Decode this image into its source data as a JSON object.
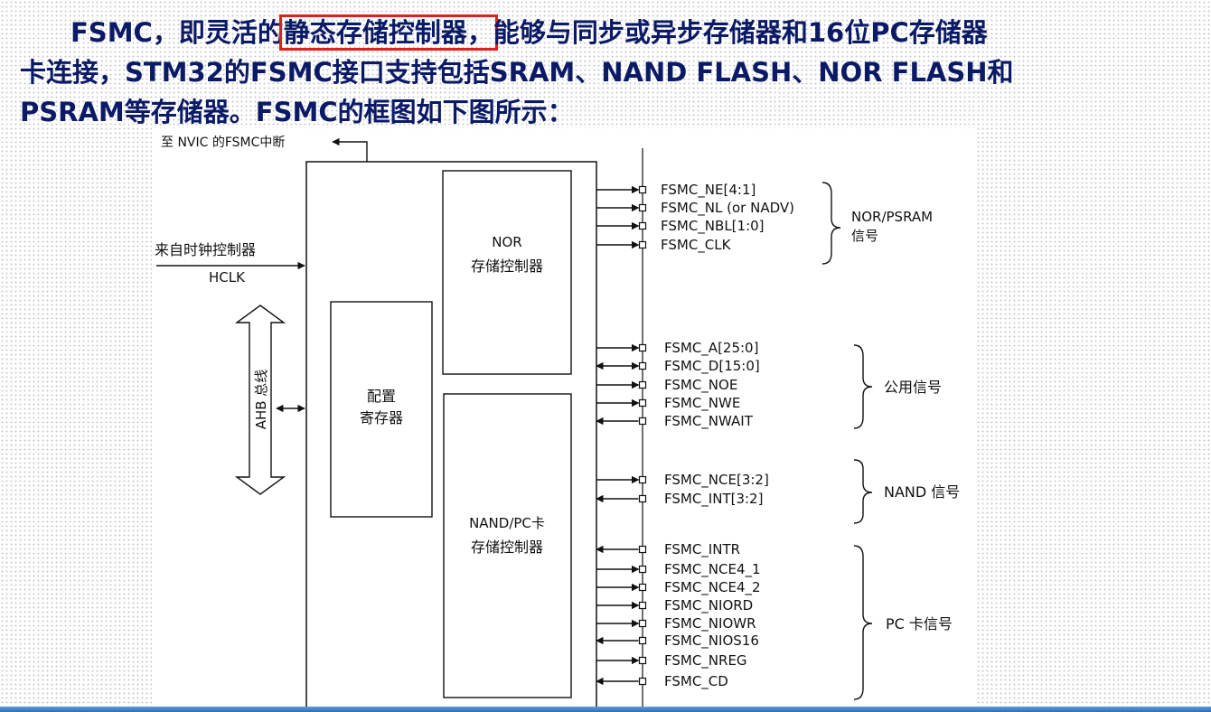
{
  "intro": {
    "line1_before": "FSMC，即灵活的",
    "line1_highlight": "静态存储控制器，",
    "line1_after": "能够与同步或异步存储器和16位PC存储器",
    "line2": "卡连接，STM32的FSMC接口支持包括SRAM、NAND FLASH、NOR FLASH和",
    "line3": "PSRAM等存储器。FSMC的框图如下图所示："
  },
  "colors": {
    "text": "#0b1a66",
    "highlight": "#e0201e",
    "line": "#111111",
    "bottom_bar": "#3a7cc2"
  },
  "diagram": {
    "nvic_label": "至 NVIC 的FSMC中断",
    "clock_label": "来自时钟控制器",
    "hclk_label": "HCLK",
    "ahb_label": "AHB 总线",
    "nor_block": {
      "line1": "NOR",
      "line2": "存储控制器"
    },
    "config_block": {
      "line1": "配置",
      "line2": "寄存器"
    },
    "nand_block": {
      "line1": "NAND/PC卡",
      "line2": "存储控制器"
    },
    "signals": [
      {
        "label": "FSMC_NE[4:1]",
        "dir": "out"
      },
      {
        "label": "FSMC_NL (or NADV)",
        "dir": "out"
      },
      {
        "label": "FSMC_NBL[1:0]",
        "dir": "out"
      },
      {
        "label": "FSMC_CLK",
        "dir": "out"
      },
      {
        "label": "FSMC_A[25:0]",
        "dir": "out"
      },
      {
        "label": "FSMC_D[15:0]",
        "dir": "bi"
      },
      {
        "label": "FSMC_NOE",
        "dir": "out"
      },
      {
        "label": "FSMC_NWE",
        "dir": "out"
      },
      {
        "label": "FSMC_NWAIT",
        "dir": "in"
      },
      {
        "label": "FSMC_NCE[3:2]",
        "dir": "out"
      },
      {
        "label": "FSMC_INT[3:2]",
        "dir": "in"
      },
      {
        "label": "FSMC_INTR",
        "dir": "in"
      },
      {
        "label": "FSMC_NCE4_1",
        "dir": "out"
      },
      {
        "label": "FSMC_NCE4_2",
        "dir": "out"
      },
      {
        "label": "FSMC_NIORD",
        "dir": "out"
      },
      {
        "label": "FSMC_NIOWR",
        "dir": "out"
      },
      {
        "label": "FSMC_NIOS16",
        "dir": "in"
      },
      {
        "label": "FSMC_NREG",
        "dir": "out"
      },
      {
        "label": "FSMC_CD",
        "dir": "in"
      }
    ],
    "groups": [
      {
        "label": "NOR/PSRAM",
        "label2": "信号"
      },
      {
        "label": "公用信号",
        "label2": ""
      },
      {
        "label": "NAND 信号",
        "label2": ""
      },
      {
        "label": "PC 卡信号",
        "label2": ""
      }
    ]
  }
}
